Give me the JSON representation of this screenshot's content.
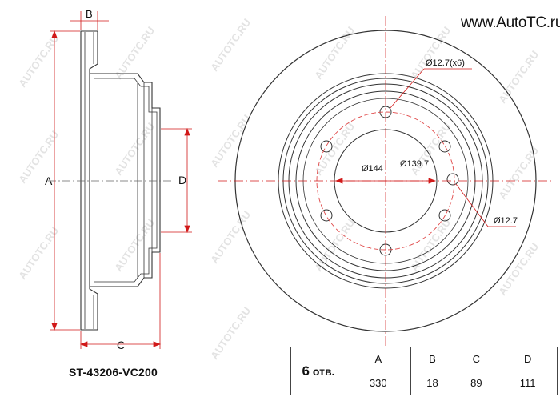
{
  "brand": {
    "logo_text": "www.AutoTC.ru"
  },
  "watermark": "AUTOTC.RU",
  "part_number": "ST-43206-VC200",
  "side_view": {
    "label_a": "A",
    "label_b": "B",
    "label_c": "C",
    "label_d": "D"
  },
  "front_view": {
    "hole_callout": "Ø12.7(x6)",
    "pcd_outer": "Ø144",
    "pcd_inner": "Ø139.7",
    "center_hole": "Ø12.7"
  },
  "specs": {
    "holes_count": "6",
    "holes_unit": "отв.",
    "headers": [
      "A",
      "B",
      "C",
      "D"
    ],
    "values": [
      "330",
      "18",
      "89",
      "111"
    ]
  },
  "colors": {
    "line": "#333333",
    "dimension": "#d11919",
    "accent_dashed": "#e04848",
    "watermark": "#e3e3e3"
  }
}
